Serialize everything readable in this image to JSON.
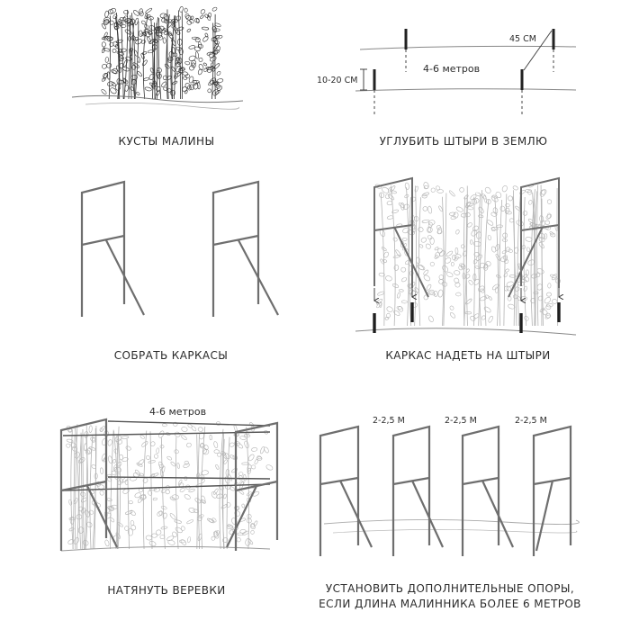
{
  "panels": {
    "p1": {
      "caption": "КУСТЫ МАЛИНЫ"
    },
    "p2": {
      "caption": "УГЛУБИТЬ ШТЫРИ В ЗЕМЛЮ",
      "span_label": "4-6 метров",
      "spacing_label": "45 СМ",
      "depth_label": "10-20 СМ"
    },
    "p3": {
      "caption": "СОБРАТЬ КАРКАСЫ"
    },
    "p4": {
      "caption": "КАРКАС НАДЕТЬ НА ШТЫРИ"
    },
    "p5": {
      "caption": "НАТЯНУТЬ ВЕРЕВКИ",
      "span_label": "4-6 метров"
    },
    "p6": {
      "caption_line1": "УСТАНОВИТЬ ДОПОЛНИТЕЛЬНЫЕ ОПОРЫ,",
      "caption_line2": "ЕСЛИ ДЛИНА МАЛИННИКА БОЛЕЕ 6 МЕТРОВ",
      "gap_labels": [
        "2-2,5 М",
        "2-2,5 М",
        "2-2,5 М"
      ]
    }
  },
  "colors": {
    "line": "#3a3a3a",
    "frame": "#6e6e6e",
    "bush_dark": "#333333",
    "bush_light": "#b4b4b4",
    "ground": "#777777"
  }
}
